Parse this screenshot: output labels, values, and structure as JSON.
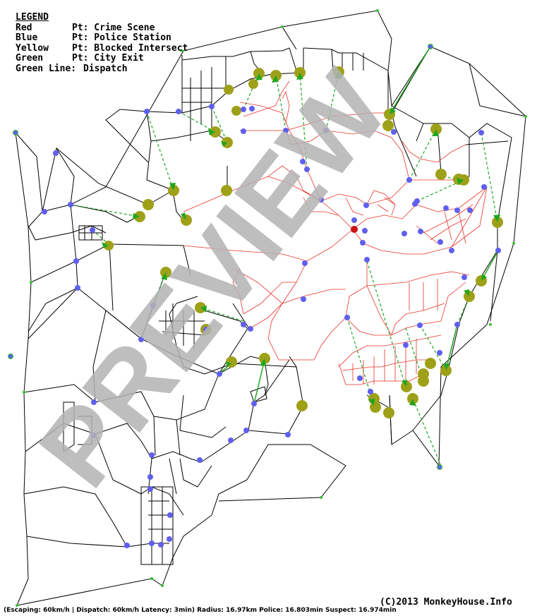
{
  "legend": {
    "title": "LEGEND",
    "rows": [
      {
        "color": "Red",
        "label": "Pt: Crime Scene"
      },
      {
        "color": "Blue",
        "label": "Pt: Police Station"
      },
      {
        "color": "Yellow",
        "label": "Pt: Blocked Intersect"
      },
      {
        "color": "Green",
        "label": "Pt: City Exit"
      },
      {
        "color": "Green Line:",
        "label": "Dispatch"
      }
    ]
  },
  "copyright": "(C)2013 MonkeyHouse.Info",
  "footer": "(Escaping: 60km/h | Dispatch: 60km/h Latency: 3min) Radius: 16.97km Police: 16.803min  Suspect: 16.974min",
  "watermark": "PREVIEW",
  "colors": {
    "road": "#000000",
    "escape_route": "#e8332a",
    "crime_scene": "#cc1111",
    "police_station": "#5f5ff0",
    "blocked_intersection": "#9ea018",
    "city_exit": "#2fc42f",
    "dispatch_line": "#1fa61f",
    "watermark": "#b3b3b3"
  }
}
